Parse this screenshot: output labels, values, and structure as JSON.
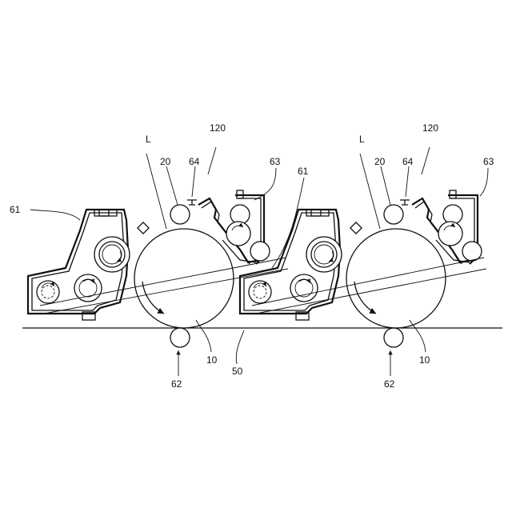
{
  "labels": {
    "beam": "L",
    "charger": "20",
    "sensor": "64",
    "unit": "120",
    "cleaner": "63",
    "developer": "61",
    "photoconductor": "10",
    "transfer_roller": "62",
    "belt": "50"
  }
}
